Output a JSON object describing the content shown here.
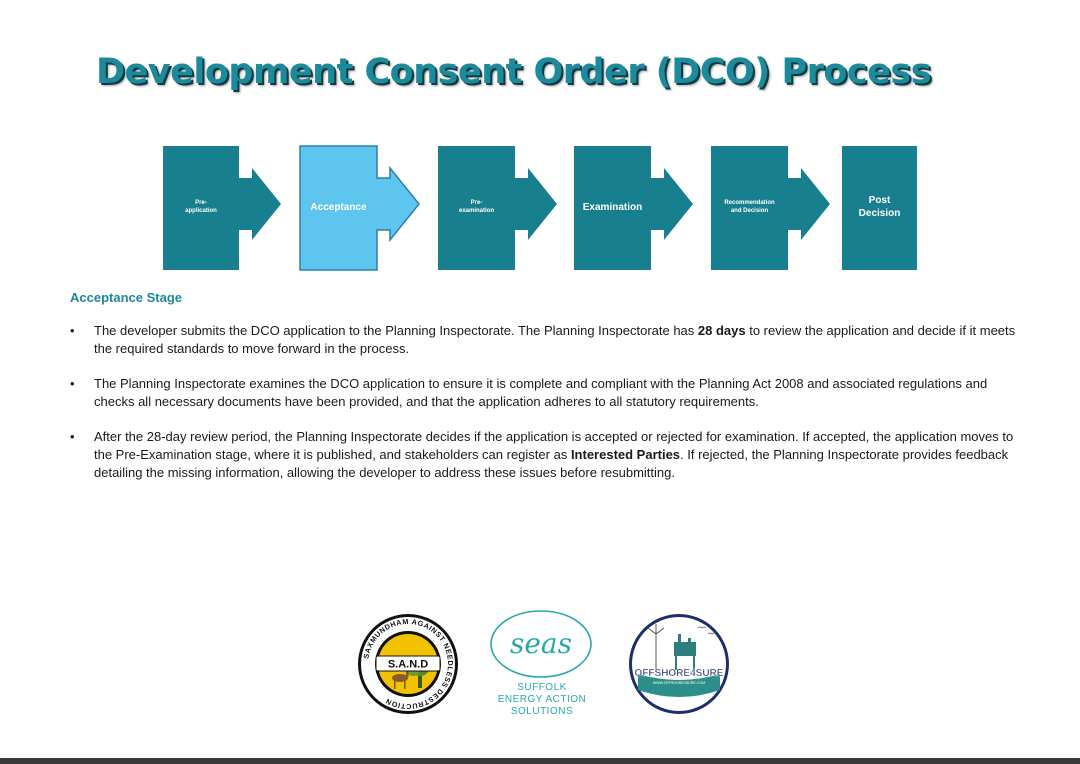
{
  "title": "Development Consent Order (DCO) Process",
  "steps": [
    {
      "label": "Pre-\napplication",
      "highlighted": false
    },
    {
      "label": "Acceptance",
      "highlighted": true
    },
    {
      "label": "Pre-\nexamination",
      "highlighted": false
    },
    {
      "label": "Examination",
      "highlighted": false
    },
    {
      "label": "Recommendation\nand Decision",
      "highlighted": false
    },
    {
      "label": "Post\nDecision",
      "highlighted": false
    }
  ],
  "section_heading": "Acceptance Stage",
  "bullet_symbol": "•",
  "bullets": [
    {
      "before": "The developer submits the DCO application to the Planning Inspectorate. The Planning Inspectorate has ",
      "bold": "28 days",
      "after": " to review the application and decide if it meets the required standards to move forward in the process."
    },
    {
      "before": "The Planning Inspectorate examines the DCO application to ensure it is complete and compliant with the Planning Act 2008 and associated regulations and checks all necessary documents have been provided, and that the application adheres to all statutory requirements.",
      "bold": "",
      "after": ""
    },
    {
      "before": "After the 28-day review period, the Planning Inspectorate decides if the application is accepted or rejected for examination. If accepted, the application moves to the Pre-Examination stage, where it is published, and stakeholders can register as ",
      "bold": "Interested Parties",
      "after": ". If rejected, the Planning Inspectorate provides feedback detailing the missing information, allowing the developer to address these issues before resubmitting."
    }
  ],
  "logos": {
    "sand": {
      "ring_text": "SAXMUNDHAM AGAINST NEEDLESS DESTRUCTION",
      "center_text": "S.A.N.D"
    },
    "seas": {
      "wordmark": "seas",
      "caption_lines": [
        "SUFFOLK",
        "ENERGY ACTION",
        "SOLUTIONS"
      ]
    },
    "offshore": {
      "name": "OFFSHORE4SURE",
      "url": "WWW.OFFSHORE4SURE.COM"
    }
  },
  "colors": {
    "teal": "#187f8e",
    "highlight": "#5ec6ee",
    "highlight_border": "#2a7fa8",
    "heading": "#1c8a9a",
    "sand_gold": "#f2c200",
    "seas_teal": "#2aa8a8",
    "offshore_navy": "#1d2f6b"
  }
}
